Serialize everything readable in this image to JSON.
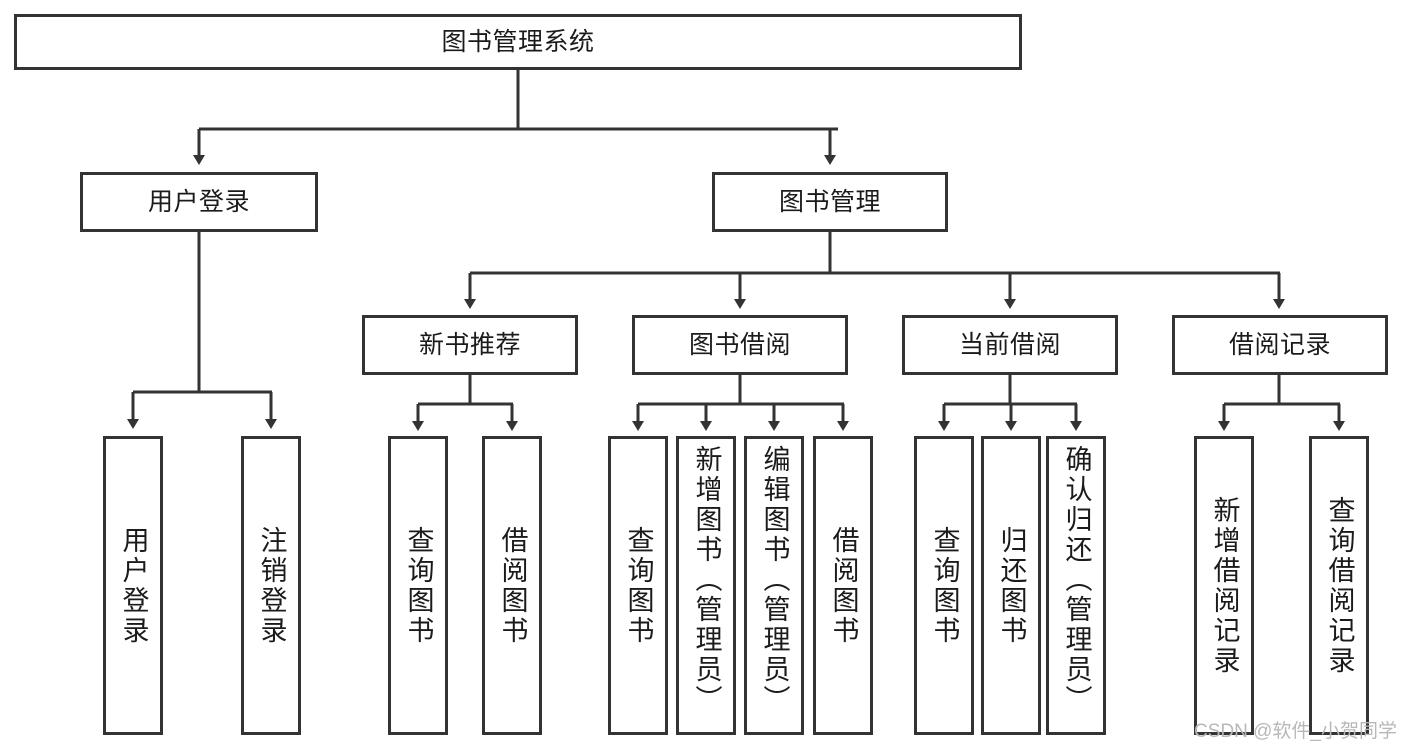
{
  "diagram": {
    "title": "图书管理系统",
    "type": "hierarchy-tree",
    "background_color": "#ffffff",
    "line_color": "#333333",
    "box_border_color": "#333333",
    "box_fill_color": "#ffffff",
    "text_color": "#1b1b1b"
  },
  "nodes": {
    "root": {
      "label": "图书管理系统",
      "level": 0
    },
    "level1": [
      {
        "id": "user-login",
        "label": "用户登录"
      },
      {
        "id": "book-manage",
        "label": "图书管理"
      }
    ],
    "level2": [
      {
        "id": "new-book-recommend",
        "label": "新书推荐",
        "parent": "book-manage"
      },
      {
        "id": "book-borrow",
        "label": "图书借阅",
        "parent": "book-manage"
      },
      {
        "id": "current-borrow",
        "label": "当前借阅",
        "parent": "book-manage"
      },
      {
        "id": "borrow-record",
        "label": "借阅记录",
        "parent": "book-manage"
      }
    ],
    "leaves": {
      "user-login": [
        {
          "id": "leaf-user-login",
          "label": "用户登录"
        },
        {
          "id": "leaf-user-logout",
          "label": "注销登录"
        }
      ],
      "new-book-recommend": [
        {
          "id": "leaf-query-book-1",
          "label": "查询图书"
        },
        {
          "id": "leaf-borrow-book-1",
          "label": "借阅图书"
        }
      ],
      "book-borrow": [
        {
          "id": "leaf-query-book-2",
          "label": "查询图书"
        },
        {
          "id": "leaf-add-book",
          "label": "新增图书（管理员）"
        },
        {
          "id": "leaf-edit-book",
          "label": "编辑图书（管理员）"
        },
        {
          "id": "leaf-borrow-book-2",
          "label": "借阅图书"
        }
      ],
      "current-borrow": [
        {
          "id": "leaf-query-book-3",
          "label": "查询图书"
        },
        {
          "id": "leaf-return-book",
          "label": "归还图书"
        },
        {
          "id": "leaf-confirm-return",
          "label": "确认归还（管理员）"
        }
      ],
      "borrow-record": [
        {
          "id": "leaf-add-record",
          "label": "新增借阅记录"
        },
        {
          "id": "leaf-query-record",
          "label": "查询借阅记录"
        }
      ]
    }
  },
  "watermark": {
    "text": "CSDN @软件_小贺同学"
  }
}
